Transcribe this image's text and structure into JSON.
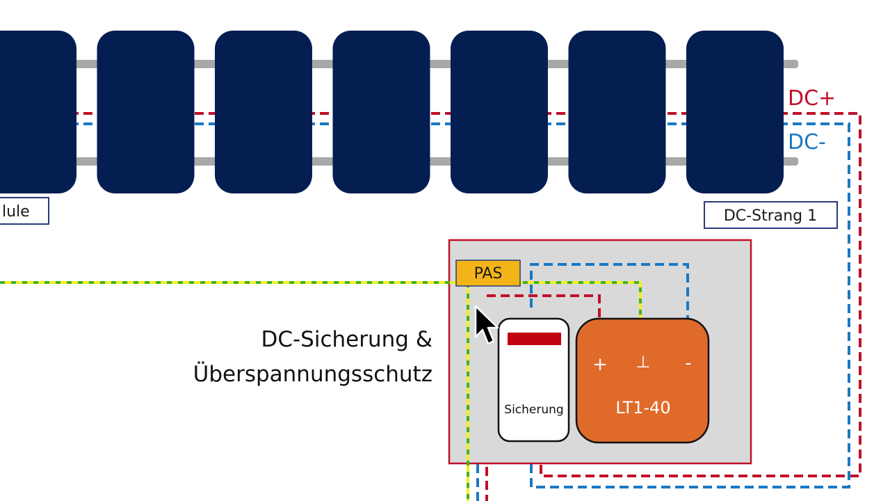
{
  "diagram": {
    "labels": {
      "dc_plus": "DC+",
      "dc_minus": "DC-",
      "modules_tag": "lule",
      "string_tag": "DC-Strang 1",
      "section_title_line1": "DC-Sicherung &",
      "section_title_line2": "Überspannungsschutz",
      "pas": "PAS",
      "fuse": "Sicherung",
      "device": "LT1-40",
      "terminal_plus": "+",
      "terminal_ground": "⊥",
      "terminal_minus": "-"
    },
    "colors": {
      "panel": "#051E52",
      "rail": "#A8A8A8",
      "dc_plus": "#C0102A",
      "dc_minus": "#1A78C2",
      "earth_yellow": "#F0F020",
      "earth_green": "#44B02A",
      "enclosure_fill": "#D9D9D9",
      "enclosure_border": "#C0102A",
      "pas_fill": "#F2B418",
      "device_fill": "#E06A2A",
      "fuse_indicator": "#C00010",
      "label_box_border": "#2A3A7A"
    },
    "panel_count": 7
  }
}
